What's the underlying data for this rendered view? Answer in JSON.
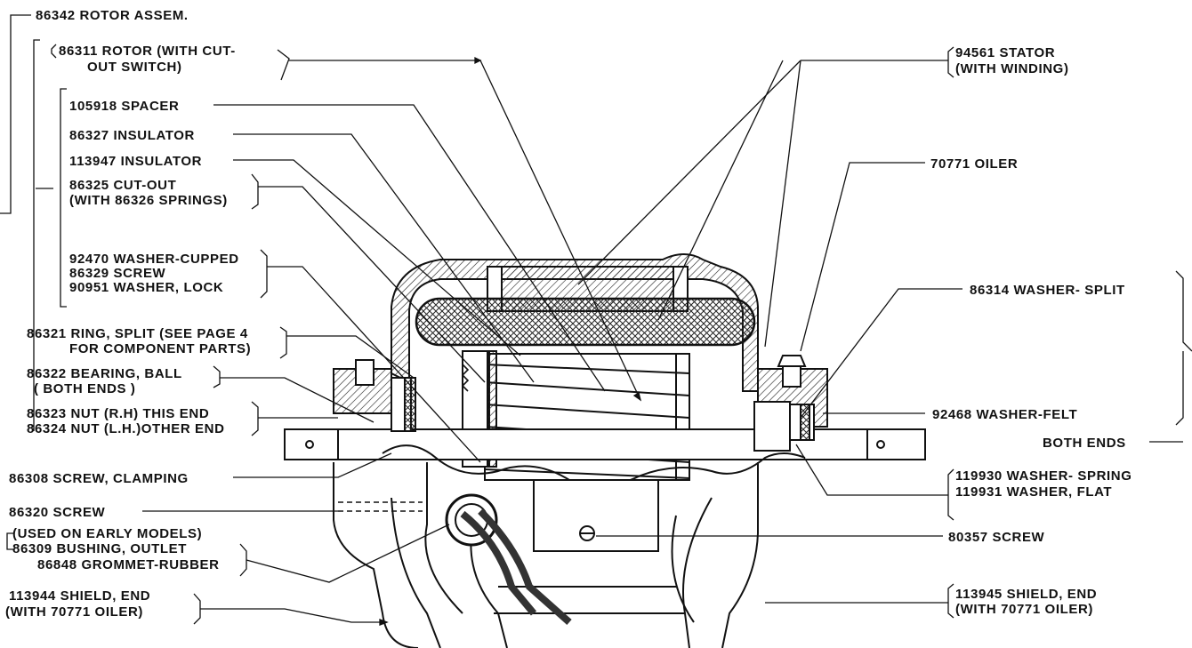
{
  "labels": {
    "rotor_assembly": "86342 ROTOR ASSEM.",
    "rotor_line1": "86311 ROTOR (WITH CUT-",
    "rotor_line2": "OUT SWITCH)",
    "spacer": "105918 SPACER",
    "insulator_a": "86327 INSULATOR",
    "insulator_b": "113947 INSULATOR",
    "cutout_line1": "86325 CUT-OUT",
    "cutout_line2": "(WITH 86326 SPRINGS)",
    "washer_cupped": "92470 WASHER-CUPPED",
    "screw_86329": "86329 SCREW",
    "washer_lock": "90951 WASHER, LOCK",
    "ring_line1": "86321 RING, SPLIT (SEE PAGE 4",
    "ring_line2": "FOR COMPONENT PARTS)",
    "bearing_line1": "86322 BEARING, BALL",
    "bearing_line2": "( BOTH ENDS )",
    "nut_rh": "86323 NUT (R.H) THIS END",
    "nut_lh": "86324 NUT (L.H.)OTHER END",
    "screw_clamping": "86308 SCREW, CLAMPING",
    "screw_86320": "86320 SCREW",
    "early_models": "(USED ON EARLY MODELS)",
    "bushing": "86309 BUSHING, OUTLET",
    "grommet": "86848 GROMMET-RUBBER",
    "shield_left_line1": "113944 SHIELD, END",
    "shield_left_line2": "(WITH 70771 OILER)",
    "stator_line1": "94561 STATOR",
    "stator_line2": "(WITH WINDING)",
    "oiler": "70771 OILER",
    "washer_split": "86314 WASHER- SPLIT",
    "washer_felt": "92468 WASHER-FELT",
    "both_ends": "BOTH ENDS",
    "washer_spring": "119930 WASHER- SPRING",
    "washer_flat": "119931 WASHER, FLAT",
    "screw_80357": "80357 SCREW",
    "shield_right_line1": "113945 SHIELD, END",
    "shield_right_line2": "(WITH 70771 OILER)"
  }
}
